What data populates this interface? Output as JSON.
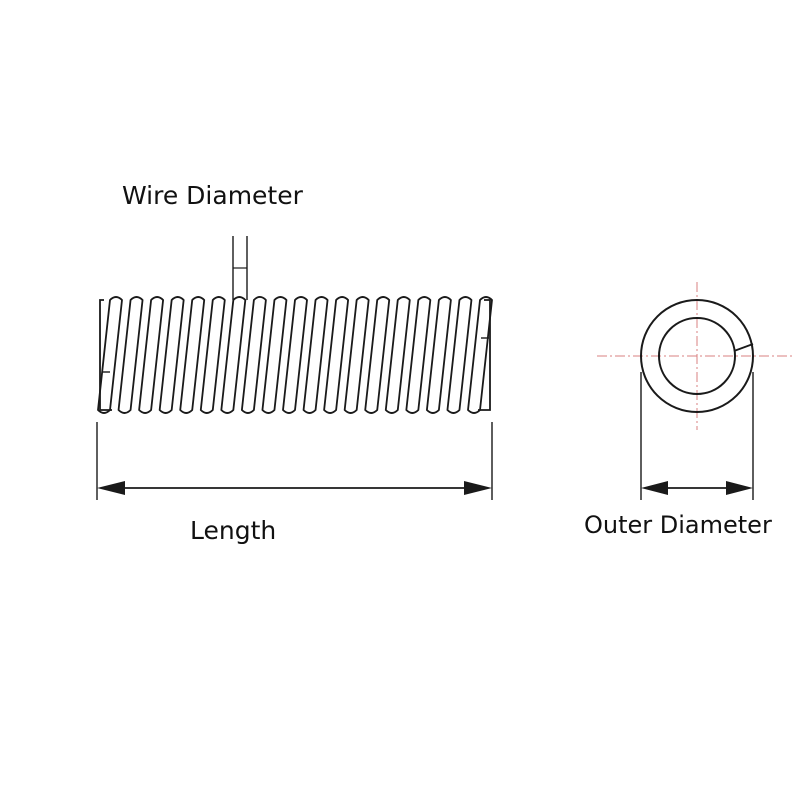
{
  "labels": {
    "wire_diameter": "Wire Diameter",
    "length": "Length",
    "outer_diameter": "Outer Diameter"
  },
  "spring": {
    "coil_count": 19
  },
  "colors": {
    "line": "#1a1a1a",
    "centerline": "#d88080",
    "background": "#ffffff"
  }
}
